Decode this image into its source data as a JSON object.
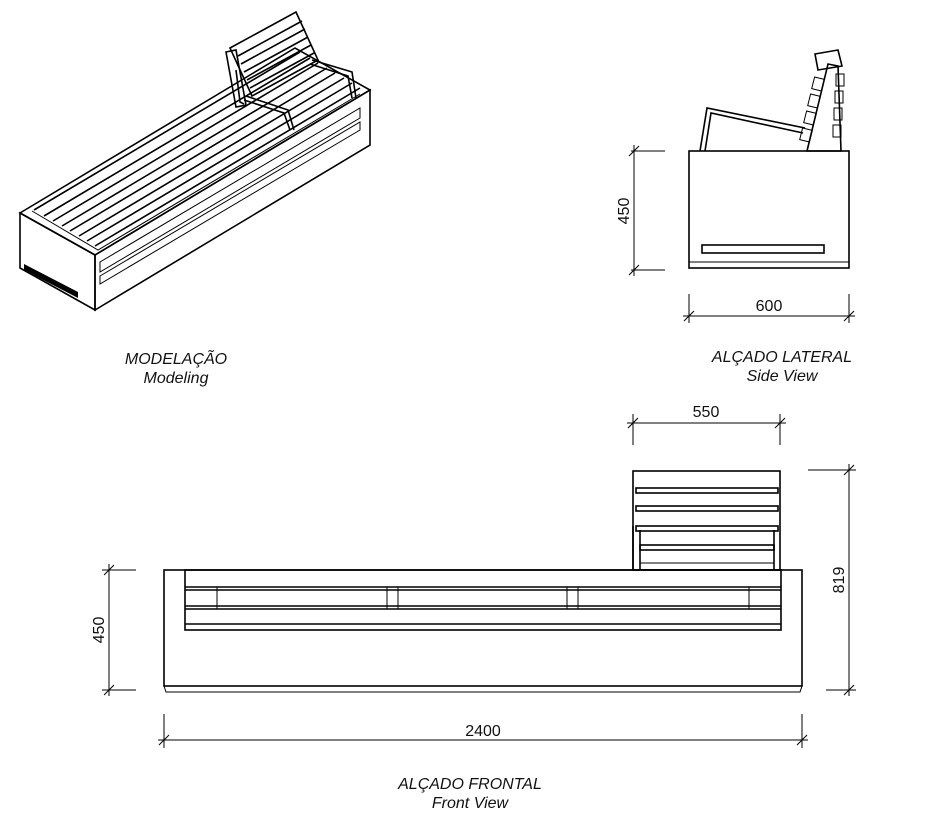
{
  "views": {
    "modeling": {
      "title": "MODELAÇÃO",
      "subtitle": "Modeling"
    },
    "side": {
      "title": "ALÇADO LATERAL",
      "subtitle": "Side View"
    },
    "front": {
      "title": "ALÇADO FRONTAL",
      "subtitle": "Front View"
    }
  },
  "dimensions": {
    "side_height": "450",
    "side_width": "600",
    "backrest_width": "550",
    "total_height": "819",
    "front_height": "450",
    "total_length": "2400"
  }
}
